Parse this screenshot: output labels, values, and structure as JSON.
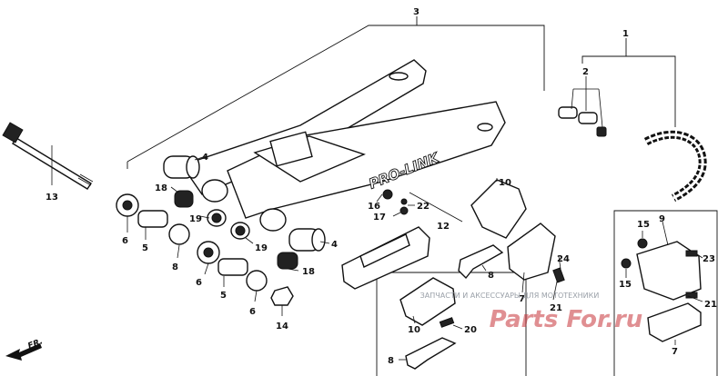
{
  "callouts": {
    "c1": "1",
    "c2": "2",
    "c3": "3",
    "c4a": "4",
    "c4b": "4",
    "c5a": "5",
    "c5b": "5",
    "c6a": "6",
    "c6b": "6",
    "c7a": "7",
    "c7b": "7",
    "c8a": "8",
    "c8b": "8",
    "c8c": "8",
    "c9": "9",
    "c10a": "10",
    "c10b": "10",
    "c12": "12",
    "c13": "13",
    "c14": "14",
    "c15a": "15",
    "c15b": "15",
    "c16": "16",
    "c17": "17",
    "c18a": "18",
    "c18b": "18",
    "c19a": "19",
    "c19b": "19",
    "c20": "20",
    "c21a": "21",
    "c21b": "21",
    "c22": "22",
    "c23": "23",
    "c24": "24"
  },
  "swingarm_label": "PRO-LINK",
  "front_arrow_label": "FR.",
  "watermark": {
    "caption": "ЗАПЧАСТИ И АКСЕССУАРЫ ДЛЯ МОТОТЕХНИКИ",
    "logo": "Parts For.ru"
  }
}
